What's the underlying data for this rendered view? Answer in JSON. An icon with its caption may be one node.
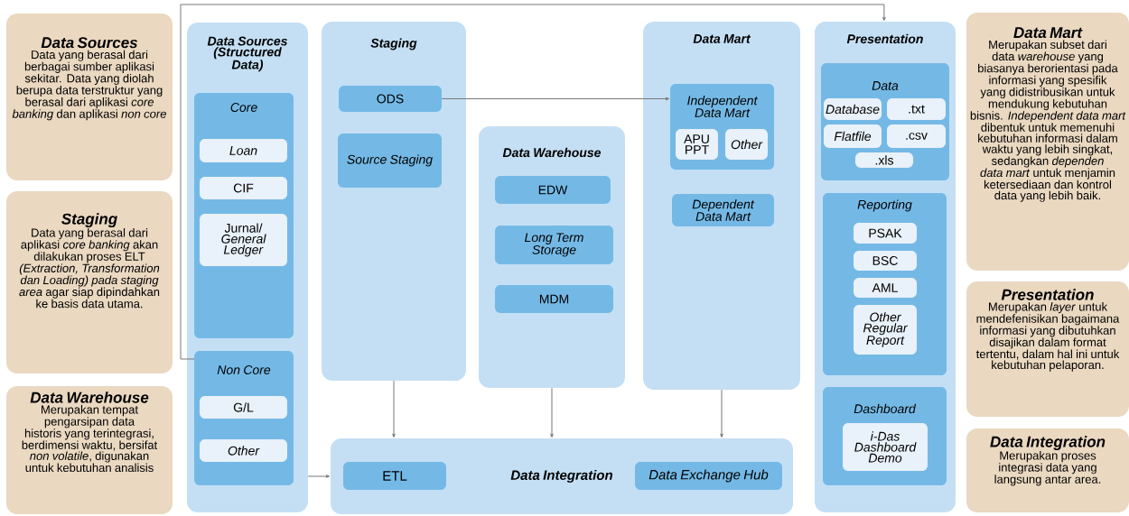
{
  "diagram": {
    "nodes": [
      {
        "text": [
          "Data Sources",
          "Data yang berasal dari berbagai sumber aplikasi sekitar. Data yang diolah berupa data terstruktur yang berasal dari aplikasi *core banking* dan aplikasi *non core*"
        ]
      },
      {
        "text": [
          "Staging",
          "Data yang berasal dari aplikasi *core banking* akan dilakukan proses ELT *(Extraction, Transformation dan Loading) pada staging area* agar siap dipindahkan ke basis data utama."
        ]
      },
      {
        "text": [
          "Data Warehouse",
          "Merupakan tempat pengarsipan data historis yang terintegrasi, berdimensi waktu, bersifat *non volatile*, digunakan untuk kebutuhan analisis"
        ]
      },
      {
        "text": [
          "Data Sources (Structured Data)"
        ]
      },
      {
        "text": [
          "Core"
        ],
        "in": 3
      },
      {
        "text": [
          "Loan"
        ],
        "in": 4
      },
      {
        "text": [
          "CIF"
        ],
        "in": 4
      },
      {
        "text": [
          "Jurnal/ *General Ledger*"
        ],
        "in": 4
      },
      {
        "text": [
          "Non Core"
        ],
        "in": 3
      },
      {
        "text": [
          "G/L"
        ],
        "in": 8
      },
      {
        "text": [
          "Other"
        ],
        "in": 8
      },
      {
        "text": [
          "Staging"
        ]
      },
      {
        "text": [
          "ODS"
        ],
        "in": 11
      },
      {
        "text": [
          "Source Staging"
        ],
        "in": 11
      },
      {
        "text": [
          "Data Warehouse"
        ]
      },
      {
        "text": [
          "EDW"
        ],
        "in": 14
      },
      {
        "text": [
          "Long Term Storage"
        ],
        "in": 14
      },
      {
        "text": [
          "MDM"
        ],
        "in": 14
      },
      {
        "text": [
          "Data Mart"
        ]
      },
      {
        "text": [
          "Independent Data Mart"
        ],
        "in": 18
      },
      {
        "text": [
          "APU PPT"
        ],
        "in": 19
      },
      {
        "text": [
          "Other"
        ],
        "in": 19
      },
      {
        "text": [
          "Dependent Data Mart"
        ],
        "in": 18
      },
      {
        "text": [
          "Presentation"
        ]
      },
      {
        "text": [
          "Data"
        ],
        "in": 23
      },
      {
        "text": [
          "Database"
        ],
        "in": 24
      },
      {
        "text": [
          ".txt"
        ],
        "in": 24
      },
      {
        "text": [
          "Flatfile"
        ],
        "in": 24
      },
      {
        "text": [
          ".csv"
        ],
        "in": 24
      },
      {
        "text": [
          ".xls"
        ],
        "in": 24
      },
      {
        "text": [
          "Reporting"
        ],
        "in": 23
      },
      {
        "text": [
          "PSAK"
        ],
        "in": 30
      },
      {
        "text": [
          "BSC"
        ],
        "in": 30
      },
      {
        "text": [
          "AML"
        ],
        "in": 30
      },
      {
        "text": [
          "Other Regular Report"
        ],
        "in": 30
      },
      {
        "text": [
          "Dashboard"
        ],
        "in": 23
      },
      {
        "text": [
          "i-Das Dashboard Demo"
        ],
        "in": 35
      },
      {
        "text": [
          "Data Integration"
        ]
      },
      {
        "text": [
          "ETL"
        ],
        "in": 37
      },
      {
        "text": [
          "Data Exchange Hub"
        ],
        "in": 37
      },
      {
        "text": [
          "Data Mart",
          "Merupakan subset dari data *warehouse* yang biasanya berorientasi pada informasi yang spesifik yang didistribusikan untuk mendukung kebutuhan bisnis. *Independent data mart* dibentuk untuk memenuhi kebutuhan informasi dalam waktu yang lebih singkat, sedangkan *dependen data mart* untuk menjamin ketersediaan dan kontrol data yang lebih baik."
        ]
      },
      {
        "text": [
          "Presentation",
          "Merupakan *layer* untuk mendefenisikan bagaimana informasi yang dibutuhkan disajikan dalam format tertentu, dalam hal ini untuk kebutuhan pelaporan."
        ]
      },
      {
        "text": [
          "Data Integration",
          "Merupakan proses integrasi data yang langsung antar area."
        ]
      }
    ],
    "edges": [
      {
        "from": 8,
        "to": 23,
        "arrow": "to"
      },
      {
        "from": 12,
        "to": 19,
        "arrow": "to"
      },
      {
        "from": 11,
        "to": 37,
        "arrow": "to"
      },
      {
        "from": 14,
        "to": 37,
        "arrow": "to"
      },
      {
        "from": 18,
        "to": 37,
        "arrow": "to"
      },
      {
        "from": 3,
        "to": 37,
        "arrow": "to"
      }
    ]
  }
}
